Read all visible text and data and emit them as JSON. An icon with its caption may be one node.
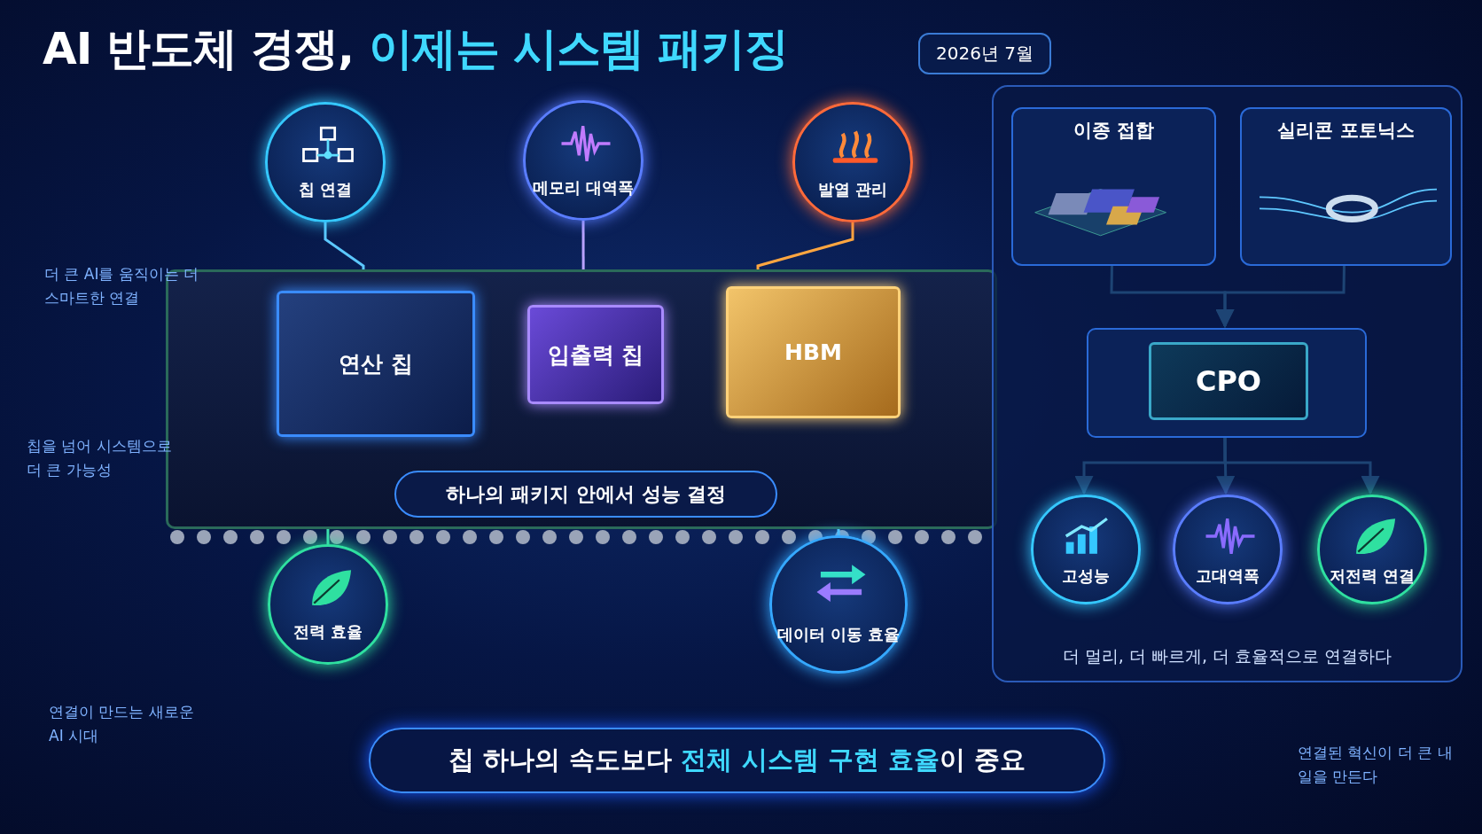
{
  "diagram": {
    "title": "AI 반도체 경쟁, **이제는 시스템 패키징**",
    "nodes": [
      {
        "text": [
          "칩 연결"
        ]
      },
      {
        "text": [
          "메모리 대역폭"
        ]
      },
      {
        "text": [
          "발열 관리"
        ]
      },
      {
        "text": [
          "하나의 패키지 안에서 성능 결정"
        ]
      },
      {
        "text": [
          "연산 칩"
        ],
        "in": 3
      },
      {
        "text": [
          "입출력 칩"
        ],
        "in": 3
      },
      {
        "text": [
          "HBM"
        ],
        "in": 3
      },
      {
        "text": [
          "전력 효율"
        ]
      },
      {
        "text": [
          "데이터 이동 효율"
        ]
      },
      {
        "text": [
          "더 멀리, 더 빠르게, 더 효율적으로 연결하다"
        ]
      },
      {
        "text": [
          "이종 접합"
        ],
        "in": 9
      },
      {
        "text": [
          "실리콘 포토닉스"
        ],
        "in": 9
      },
      {
        "text": [
          "CPO"
        ],
        "in": 9
      },
      {
        "text": [
          "고성능"
        ],
        "in": 9
      },
      {
        "text": [
          "고대역폭"
        ],
        "in": 9
      },
      {
        "text": [
          "저전력 연결"
        ],
        "in": 9
      },
      {
        "text": [
          "칩 하나의 속도보다 **전체 시스템 구현 효율**이 중요"
        ]
      }
    ],
    "edges": [
      {
        "from": 0,
        "to": 4,
        "arrow": "none"
      },
      {
        "from": 1,
        "to": 5,
        "arrow": "none",
        "color": "#b9a2ff"
      },
      {
        "from": 2,
        "to": 6,
        "arrow": "none",
        "color": "#ffa640"
      },
      {
        "from": 7,
        "to": 4,
        "arrow": "none",
        "color": "#3de0b0"
      },
      {
        "from": 8,
        "to": 6,
        "arrow": "none"
      },
      {
        "from": 10,
        "to": 12,
        "arrow": "to"
      },
      {
        "from": 11,
        "to": 12,
        "arrow": "to"
      },
      {
        "from": 12,
        "to": 13,
        "arrow": "to"
      },
      {
        "from": 12,
        "to": 14,
        "arrow": "to"
      },
      {
        "from": 12,
        "to": 15,
        "arrow": "to"
      }
    ],
    "labels": [
      "2026년 7월",
      "더 큰 AI를 움직이는 더 스마트한 연결",
      "칩을 넘어 시스템으로 더 큰 가능성",
      "연결이 만드는 새로운 AI 시대",
      "연결된 혁신이 더 큰 내일을 만든다"
    ]
  }
}
